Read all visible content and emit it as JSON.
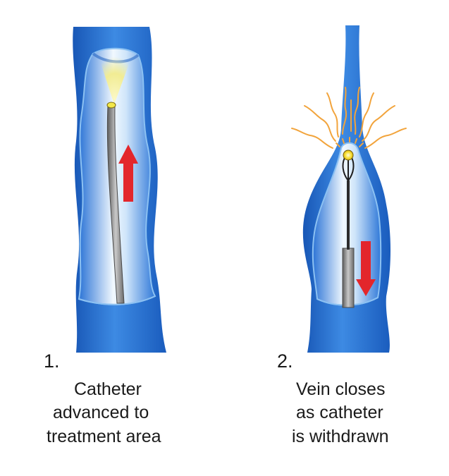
{
  "steps": [
    {
      "number": "1.",
      "caption_lines": [
        "Catheter",
        "advanced to",
        "treatment area"
      ],
      "arrow_direction": "up"
    },
    {
      "number": "2.",
      "caption_lines": [
        "Vein closes",
        "as catheter",
        "is withdrawn"
      ],
      "arrow_direction": "down"
    }
  ],
  "colors": {
    "vein_dark": "#1f63c4",
    "vein_mid": "#3a86e2",
    "vein_light": "#e8f3fd",
    "lumen_edge": "#86bbf0",
    "arrow": "#e3262b",
    "catheter": "#8a8a8a",
    "light_glow": "#f3ee95",
    "heat_rays": "#f2a43c"
  }
}
